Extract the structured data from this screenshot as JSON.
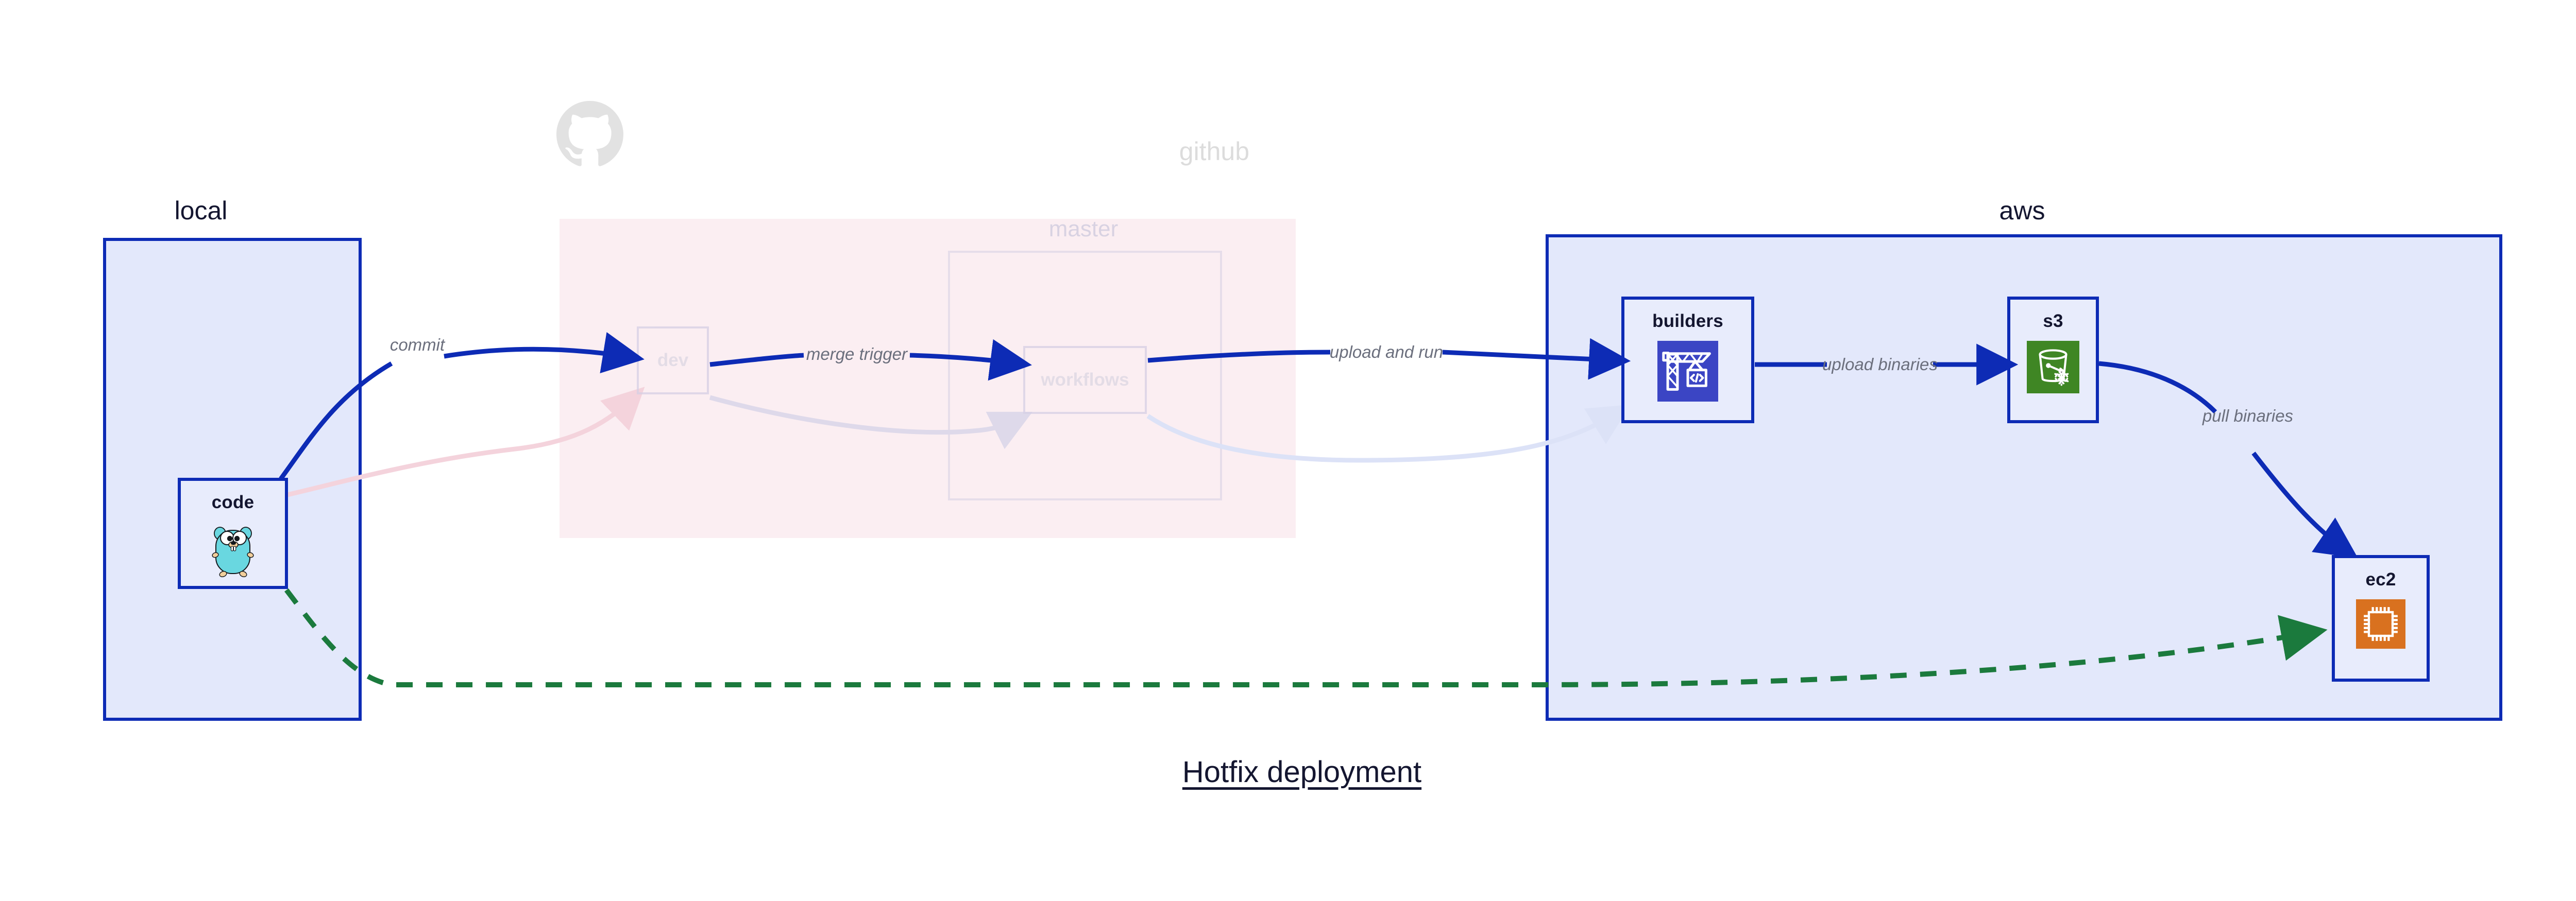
{
  "diagram": {
    "caption": "Hotfix deployment",
    "groups": [
      {
        "id": "local",
        "label": "local"
      },
      {
        "id": "github",
        "label": "github"
      },
      {
        "id": "master",
        "label": "master"
      },
      {
        "id": "aws",
        "label": "aws"
      }
    ],
    "nodes": [
      {
        "id": "code",
        "label": "code",
        "icon": "go-gopher-icon",
        "group": "local",
        "state": "active"
      },
      {
        "id": "dev",
        "label": "dev",
        "icon": "none",
        "group": "github",
        "state": "faded"
      },
      {
        "id": "workflows",
        "label": "workflows",
        "icon": "none",
        "group": "master",
        "state": "faded"
      },
      {
        "id": "builders",
        "label": "builders",
        "icon": "aws-codebuild-icon",
        "group": "aws",
        "state": "active"
      },
      {
        "id": "s3",
        "label": "s3",
        "icon": "aws-s3-glacier-icon",
        "group": "aws",
        "state": "active"
      },
      {
        "id": "ec2",
        "label": "ec2",
        "icon": "aws-ec2-icon",
        "group": "aws",
        "state": "active"
      }
    ],
    "edges": [
      {
        "from": "code",
        "to": "dev",
        "label": "commit",
        "style": "solid",
        "color": "#0d2bb5"
      },
      {
        "from": "dev",
        "to": "workflows",
        "label": "merge trigger",
        "style": "solid",
        "color": "#0d2bb5"
      },
      {
        "from": "workflows",
        "to": "builders",
        "label": "upload and run",
        "style": "solid",
        "color": "#0d2bb5"
      },
      {
        "from": "builders",
        "to": "s3",
        "label": "upload binaries",
        "style": "solid",
        "color": "#0d2bb5"
      },
      {
        "from": "s3",
        "to": "ec2",
        "label": "pull binaries",
        "style": "solid",
        "color": "#0d2bb5"
      },
      {
        "from": "code",
        "to": "ec2",
        "label": "",
        "style": "dashed",
        "color": "#1b7a3d"
      }
    ],
    "labels": {
      "commit": "commit",
      "merge_trigger": "merge trigger",
      "upload_and_run": "upload and run",
      "upload_binaries": "upload binaries",
      "pull_binaries": "pull binaries"
    },
    "colors": {
      "primary_blue": "#0d2bb5",
      "group_blue_fill": "#e3e8fb",
      "github_pink_fill": "#f9e4ea",
      "hotfix_green": "#1b7a3d",
      "label_gray": "#6b6f7d",
      "text_dark": "#141630",
      "codebuild_purple": "#3b45c4",
      "s3_green": "#3f8624",
      "ec2_orange": "#d9711f",
      "gopher_cyan": "#69d7e0"
    },
    "watermarks": {
      "github_octocat": "github-octocat-icon"
    }
  }
}
